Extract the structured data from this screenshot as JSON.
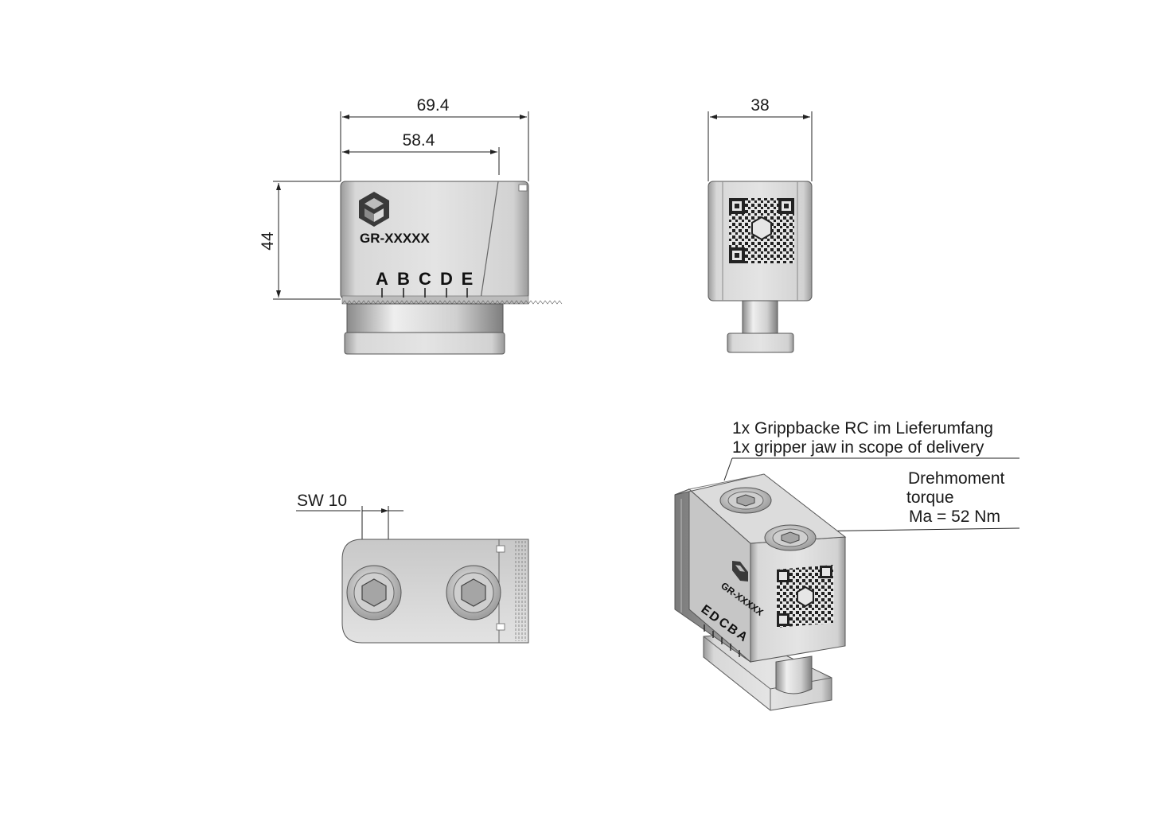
{
  "front_view": {
    "dim_overall_width": "69.4",
    "dim_jaw_width": "58.4",
    "dim_height": "44",
    "model_label": "GR-XXXXX",
    "position_marks": [
      "A",
      "B",
      "C",
      "D",
      "E"
    ]
  },
  "side_view": {
    "dim_width": "38"
  },
  "top_view": {
    "wrench_size": "SW 10"
  },
  "iso_view": {
    "delivery_note_de": "1x Grippbacke RC im Lieferumfang",
    "delivery_note_en": "1x gripper jaw in scope of delivery",
    "torque_de": "Drehmoment",
    "torque_en": "torque",
    "torque_value": "Ma = 52 Nm",
    "model_label": "GR-XXXXX",
    "position_marks": [
      "E",
      "D",
      "C",
      "B",
      "A"
    ]
  }
}
